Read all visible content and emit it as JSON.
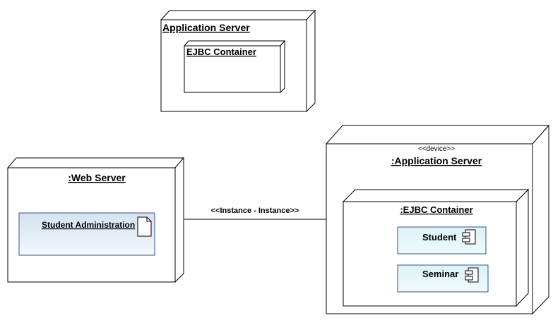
{
  "diagram": {
    "node_top": {
      "title": "Application Server",
      "inner_title": "EJBC Container"
    },
    "node_web": {
      "title": ":Web Server",
      "artifact_label": "Student Administration"
    },
    "node_app": {
      "stereotype": "<<device>>",
      "title": ":Application Server",
      "inner_title": ":EJBC Container",
      "components": [
        {
          "label": "Student"
        },
        {
          "label": "Seminar"
        }
      ]
    },
    "connector": {
      "label": "<<Instance - Instance>>"
    }
  },
  "colors": {
    "line": "#000000",
    "component_fill": "#e0f6f8",
    "artifact_fill_top": "#d8e4ef",
    "artifact_fill_bottom": "#f2f8fc",
    "component_border": "#3a4f8a"
  }
}
